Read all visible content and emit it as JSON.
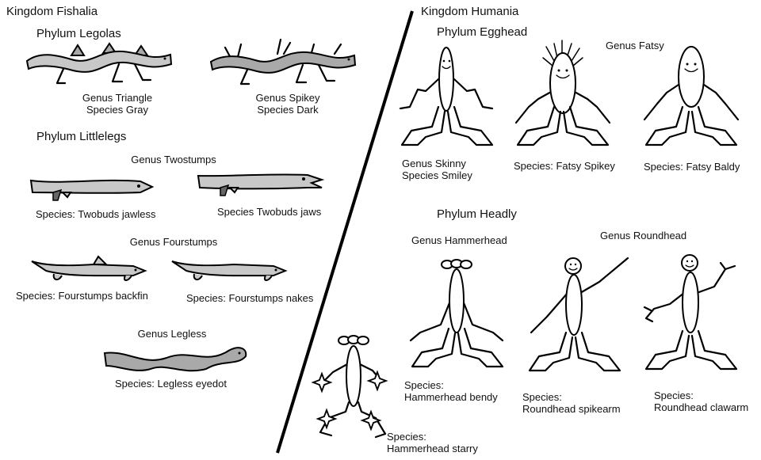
{
  "fishalia": {
    "kingdom": "Kingdom Fishalia",
    "legolas": {
      "phylum": "Phylum Legolas",
      "triangle": {
        "genus": "Genus Triangle",
        "species": "Species Gray"
      },
      "spikey": {
        "genus": "Genus Spikey",
        "species": "Species Dark"
      }
    },
    "littlelegs": {
      "phylum": "Phylum Littlelegs",
      "twostumps": {
        "genus": "Genus Twostumps",
        "species1": "Species: Twobuds jawless",
        "species2": "Species Twobuds jaws"
      },
      "fourstumps": {
        "genus": "Genus Fourstumps",
        "species1": "Species: Fourstumps backfin",
        "species2": "Species: Fourstumps nakes"
      },
      "legless": {
        "genus": "Genus Legless",
        "species": "Species:  Legless eyedot"
      }
    }
  },
  "humania": {
    "kingdom": "Kingdom Humania",
    "egghead": {
      "phylum": "Phylum Egghead",
      "fatsy_genus": "Genus Fatsy",
      "skinny": {
        "genus": "Genus Skinny",
        "species": "Species Smiley"
      },
      "fatsy_spikey": "Species: Fatsy Spikey",
      "fatsy_baldy": "Species:  Fatsy Baldy"
    },
    "headly": {
      "phylum": "Phylum Headly",
      "hammerhead_genus": "Genus Hammerhead",
      "roundhead_genus": "Genus Roundhead",
      "species_prefix": "Species:",
      "hammerhead_bendy": "Hammerhead bendy",
      "roundhead_spikearm": "Roundhead spikearm",
      "roundhead_clawarm": "Roundhead clawarm",
      "hammerhead_starry": "Hammerhead starry"
    }
  }
}
